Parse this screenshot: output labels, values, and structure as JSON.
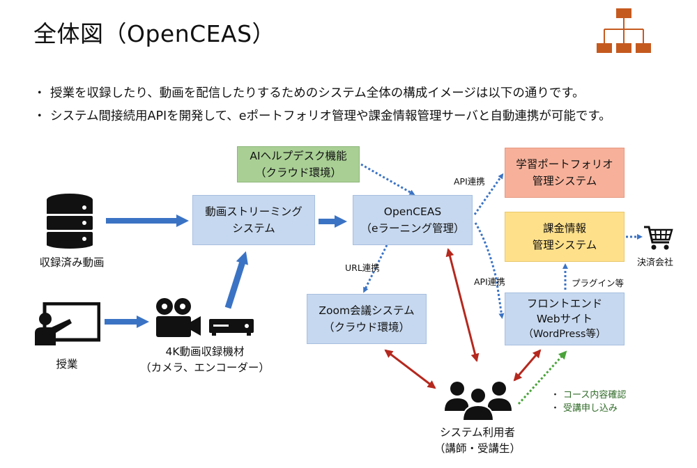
{
  "title": "全体図（OpenCEAS）",
  "bullets": [
    "授業を収録したり、動画を配信したりするためのシステム全体の構成イメージは以下の通りです。",
    "システム間接続用APIを開発して、eポートフォリオ管理や課金情報管理サーバと自動連携が可能です。"
  ],
  "bullet_symbol": "・",
  "boxes": {
    "ai_helpdesk": {
      "line1": "AIヘルプデスク機能",
      "line2": "（クラウド環境）"
    },
    "streaming": {
      "line1": "動画ストリーミング",
      "line2": "システム"
    },
    "openceas": {
      "line1": "OpenCEAS",
      "line2": "（eラーニング管理）"
    },
    "portfolio": {
      "line1": "学習ポートフォリオ",
      "line2": "管理システム"
    },
    "billing": {
      "line1": "課金情報",
      "line2": "管理システム"
    },
    "zoom": {
      "line1": "Zoom会議システム",
      "line2": "（クラウド環境）"
    },
    "frontend": {
      "line1": "フロントエンド",
      "line2": "Webサイト",
      "line3": "（WordPress等）"
    }
  },
  "labels": {
    "recorded": "収録済み動画",
    "class": "授業",
    "equipment_line1": "4K動画収録機材",
    "equipment_line2": "（カメラ、エンコーダー）",
    "users_line1": "システム利用者",
    "users_line2": "（講師・受講生）",
    "payment": "決済会社"
  },
  "edge_labels": {
    "api_top": "API連携",
    "url": "URL連携",
    "api_mid": "API連携",
    "plugin": "プラグイン等"
  },
  "checklist": {
    "bullet": "・",
    "items": [
      "コース内容確認",
      "受講申し込み"
    ]
  },
  "colors": {
    "arrow_blue": "#3b73c4",
    "arrow_red": "#b5281e",
    "arrow_green": "#4aa33a",
    "logo_orange": "#c55a1f"
  }
}
